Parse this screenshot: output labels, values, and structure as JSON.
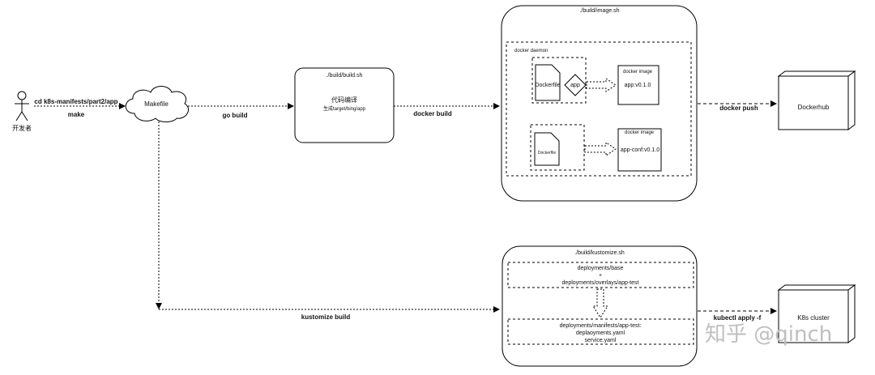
{
  "actor": {
    "label": "开发者"
  },
  "edges": {
    "cd_label": "cd k8s-manifests/part2/app",
    "make_label": "make",
    "go_build": "go build",
    "docker_build": "docker build",
    "docker_push": "docker push",
    "kustomize_build": "kustomize build",
    "kubectl_apply": "kubectl apply -f"
  },
  "makefile": {
    "label": "Makefile"
  },
  "build_sh": {
    "title": "./build/build.sh",
    "line1": "代码编译",
    "line2": "生成target/bing/app"
  },
  "image_sh": {
    "title": "./build/image.sh",
    "daemon_label": "docker daemon",
    "dockerfile1": "Dockerfile",
    "app_label": "app",
    "image1_caption": "docker image",
    "image1_name": "app:v0.1.0",
    "dockerfile2": "Dockerfile",
    "image2_caption": "docker image",
    "image2_name": "app-conf:v0.1.0"
  },
  "dockerhub": {
    "label": "Dockerhub"
  },
  "kustomize_sh": {
    "title": "./build/kustomize.sh",
    "input_line1": "deployments/base",
    "input_line2": "+",
    "input_line3": "deployments/overlays/app-test",
    "output_line1": "deployments/manifests/app-test:",
    "output_line2": "deplaoyments.yaml",
    "output_line3": "service.yaml"
  },
  "k8s": {
    "label": "K8s cluster"
  },
  "watermark": {
    "text": "知乎 @qinch"
  }
}
